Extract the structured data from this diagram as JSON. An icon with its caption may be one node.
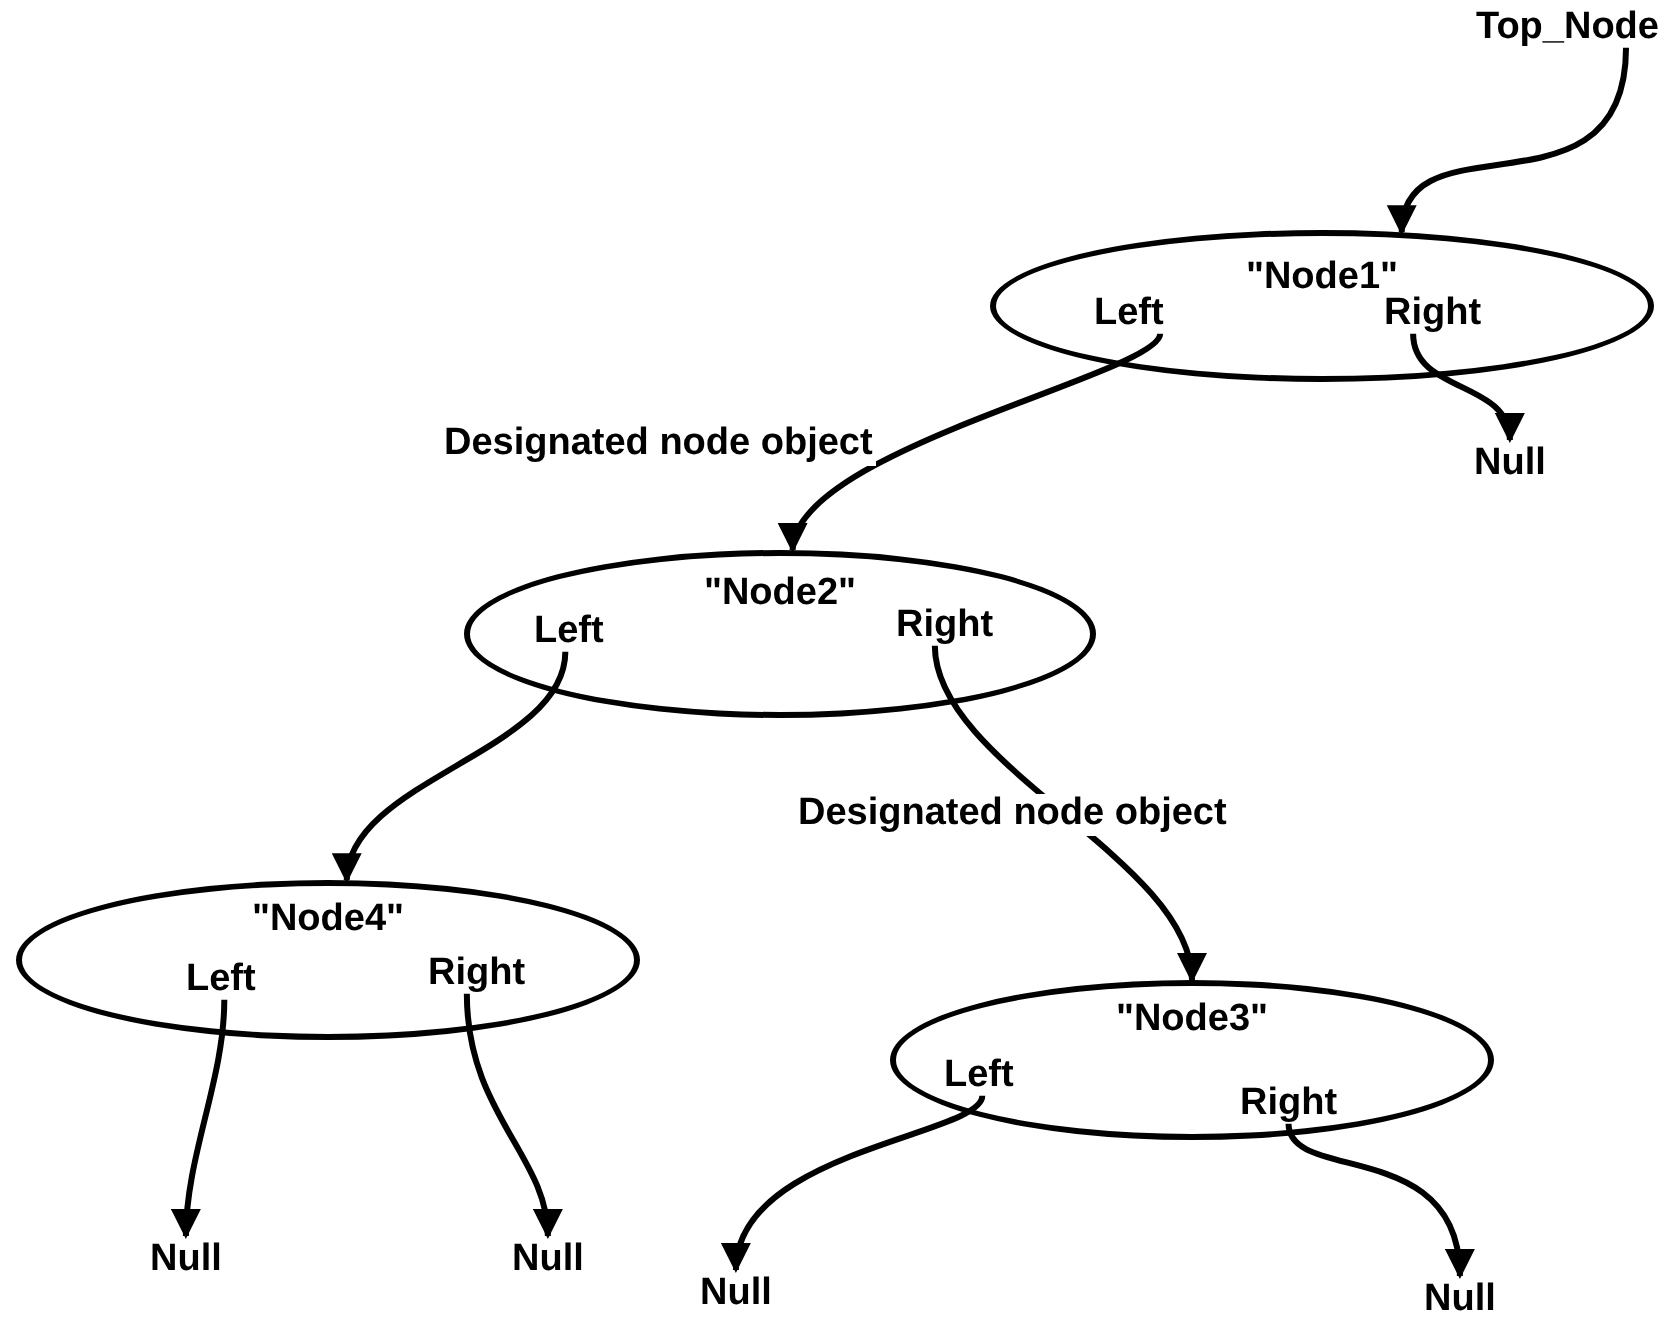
{
  "diagram": {
    "nodes": [
      {
        "text": [
          "Top_Node"
        ]
      },
      {
        "text": [
          "\"Node1\""
        ]
      },
      {
        "text": [
          "Left"
        ],
        "in": 1
      },
      {
        "text": [
          "Right"
        ],
        "in": 1
      },
      {
        "text": [
          "Null"
        ]
      },
      {
        "text": [
          "\"Node2\""
        ]
      },
      {
        "text": [
          "Left"
        ],
        "in": 5
      },
      {
        "text": [
          "Right"
        ],
        "in": 5
      },
      {
        "text": [
          "\"Node4\""
        ]
      },
      {
        "text": [
          "Left"
        ],
        "in": 8
      },
      {
        "text": [
          "Right"
        ],
        "in": 8
      },
      {
        "text": [
          "\"Node3\""
        ]
      },
      {
        "text": [
          "Left"
        ],
        "in": 11
      },
      {
        "text": [
          "Right"
        ],
        "in": 11
      },
      {
        "text": [
          "Null"
        ]
      },
      {
        "text": [
          "Null"
        ]
      },
      {
        "text": [
          "Null"
        ]
      },
      {
        "text": [
          "Null"
        ]
      }
    ],
    "edges": [
      {
        "from": 0,
        "to": 1,
        "arrow": "to"
      },
      {
        "from": 3,
        "to": 4,
        "arrow": "to"
      },
      {
        "from": 2,
        "to": 5,
        "arrow": "to",
        "label": "Designated node object"
      },
      {
        "from": 6,
        "to": 8,
        "arrow": "to"
      },
      {
        "from": 7,
        "to": 11,
        "arrow": "to",
        "label": "Designated node object"
      },
      {
        "from": 9,
        "to": 14,
        "arrow": "to"
      },
      {
        "from": 10,
        "to": 15,
        "arrow": "to"
      },
      {
        "from": 12,
        "to": 16,
        "arrow": "to"
      },
      {
        "from": 13,
        "to": 17,
        "arrow": "to"
      }
    ]
  }
}
